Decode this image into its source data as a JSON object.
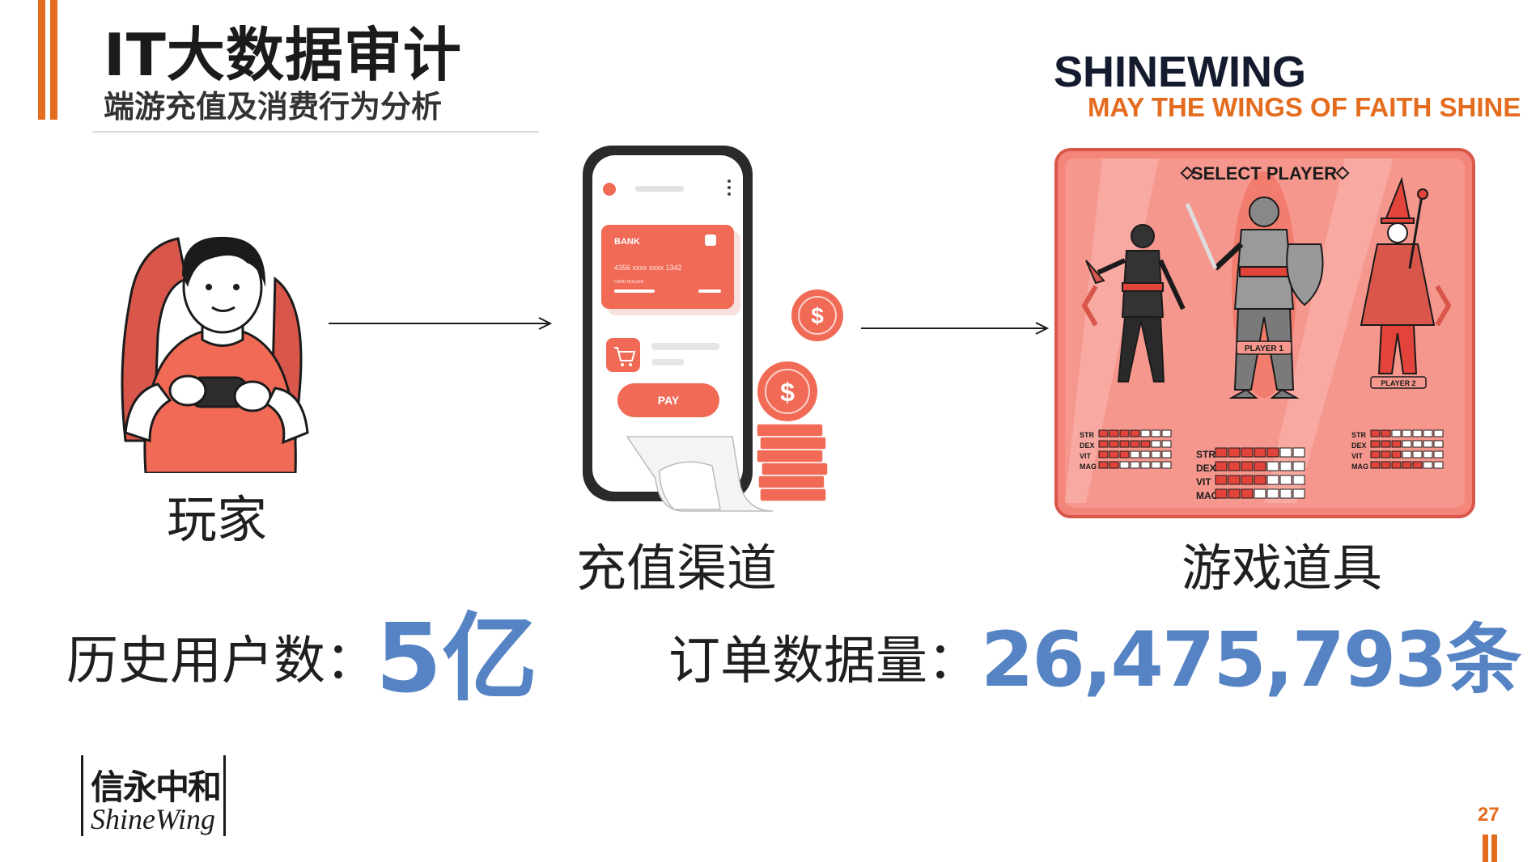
{
  "header": {
    "title": "IT大数据审计",
    "subtitle": "端游充值及消费行为分析"
  },
  "brand": {
    "name": "SHINEWING",
    "slogan": "MAY THE WINGS OF FAITH SHINE"
  },
  "flow": {
    "player_label": "玩家",
    "channel_label": "充值渠道",
    "items_label": "游戏道具"
  },
  "phone": {
    "card_bank": "BANK",
    "card_number": "4356  xxxx  xxxx  1342",
    "card_holder": "CARD HOLDER",
    "pay_label": "PAY",
    "coin_symbol": "$"
  },
  "game_screen": {
    "select_title": "SELECT PLAYER",
    "player1_label": "PLAYER 1",
    "player2_label": "PLAYER 2",
    "stat_names": [
      "STR",
      "DEX",
      "VIT",
      "MAG"
    ]
  },
  "stats": {
    "users_label": "历史用户数：",
    "users_value": "5亿",
    "orders_label": "订单数据量：",
    "orders_value": "26,475,793条"
  },
  "footer": {
    "logo_cn": "信永中和",
    "logo_en": "ShineWing",
    "page_number": "27"
  },
  "colors": {
    "accent_orange": "#E36C1F",
    "illustration_salmon": "#F06A56",
    "stat_blue": "#5583C4"
  }
}
